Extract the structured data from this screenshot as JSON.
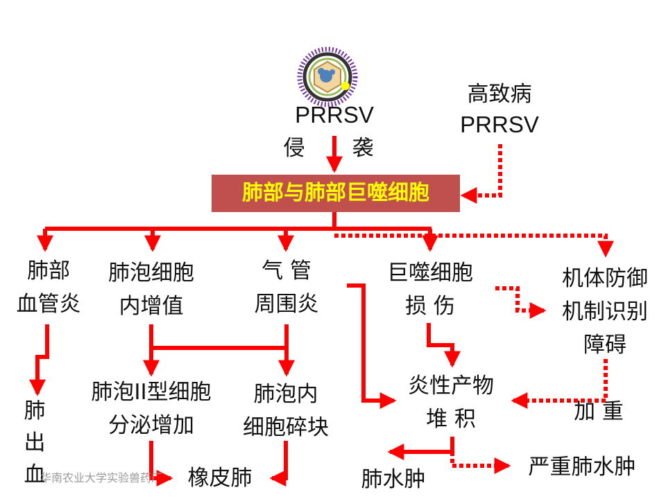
{
  "colors": {
    "arrow": "#ff0000",
    "box_fill": "#c0504d",
    "box_text": "#ffff00",
    "text": "#111111"
  },
  "virus": {
    "icon": "prrsv-virus-icon",
    "label": "PRRSV",
    "invade_left": "侵",
    "invade_right": "袭"
  },
  "high_pathogenic": {
    "line1": "高致病",
    "line2": "PRRSV"
  },
  "center_box": {
    "label": "肺部与肺部巨噬细胞"
  },
  "nodes": {
    "vasculitis": {
      "line1": "肺部",
      "line2": "血管炎"
    },
    "alveolar_proliferation": {
      "line1": "肺泡细胞",
      "line2": "内增值"
    },
    "peribronchitis": {
      "line1": "气  管",
      "line2": "周围炎"
    },
    "macrophage_damage": {
      "line1": "巨噬细胞",
      "line2": "损  伤"
    },
    "defense_impairment": {
      "line1": "机体防御",
      "line2": "机制识别",
      "line3": "障碍"
    },
    "lung_hemorrhage": {
      "line1": "肺",
      "line2": "出",
      "line3": "血"
    },
    "type2_secretion": {
      "line1": "肺泡II型细胞",
      "line2": "分泌增加"
    },
    "alveolar_debris": {
      "line1": "肺泡内",
      "line2": "细胞碎块"
    },
    "inflammatory_products": {
      "line1": "炎性产物",
      "line2": "堆  积"
    },
    "aggravate": {
      "label": "加  重"
    },
    "rubber_lung": {
      "label": "橡皮肺"
    },
    "pulmonary_edema": {
      "label": "肺水肿"
    },
    "severe_edema": {
      "label": "严重肺水肿"
    }
  },
  "watermark": "华南农业大学实验兽药厂"
}
